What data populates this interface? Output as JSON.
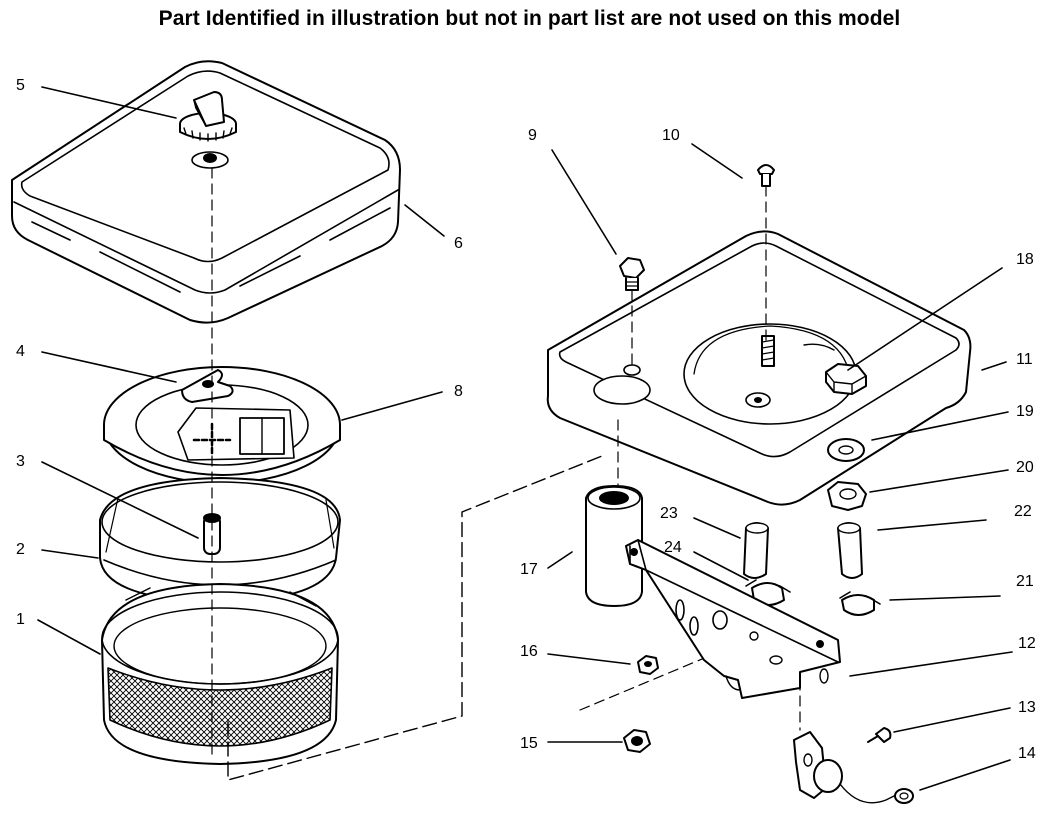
{
  "title": "Part Identified in illustration but not in part list are not used on this model",
  "callouts": {
    "c1": "1",
    "c2": "2",
    "c3": "3",
    "c4": "4",
    "c5": "5",
    "c6": "6",
    "c8": "8",
    "c9": "9",
    "c10": "10",
    "c11": "11",
    "c12": "12",
    "c13": "13",
    "c14": "14",
    "c15": "15",
    "c16": "16",
    "c17": "17",
    "c18": "18",
    "c19": "19",
    "c20": "20",
    "c21": "21",
    "c22": "22",
    "c23": "23",
    "c24": "24"
  },
  "colors": {
    "ink": "#000000",
    "paper": "#ffffff",
    "shade": "#dcdcdc"
  }
}
